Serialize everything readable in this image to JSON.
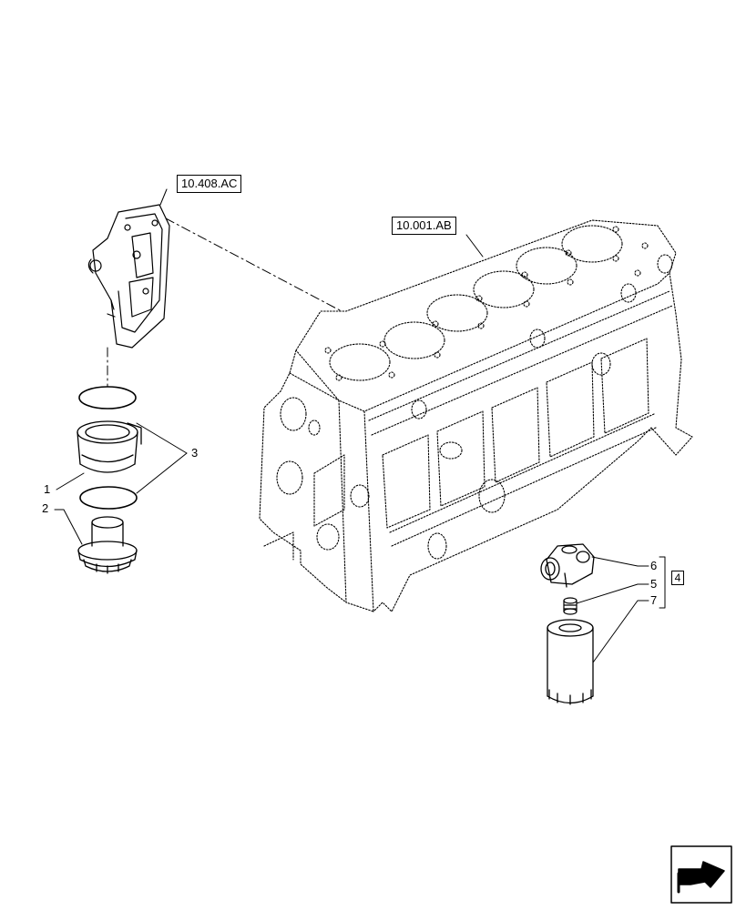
{
  "references": {
    "oil_cooler_ref": "10.408.AC",
    "engine_block_ref": "10.001.AB"
  },
  "callouts": {
    "c1": "1",
    "c2": "2",
    "c3": "3",
    "c4": "4",
    "c5": "5",
    "c6": "6",
    "c7": "7"
  },
  "nav": {
    "icon": "return-arrow-icon"
  }
}
